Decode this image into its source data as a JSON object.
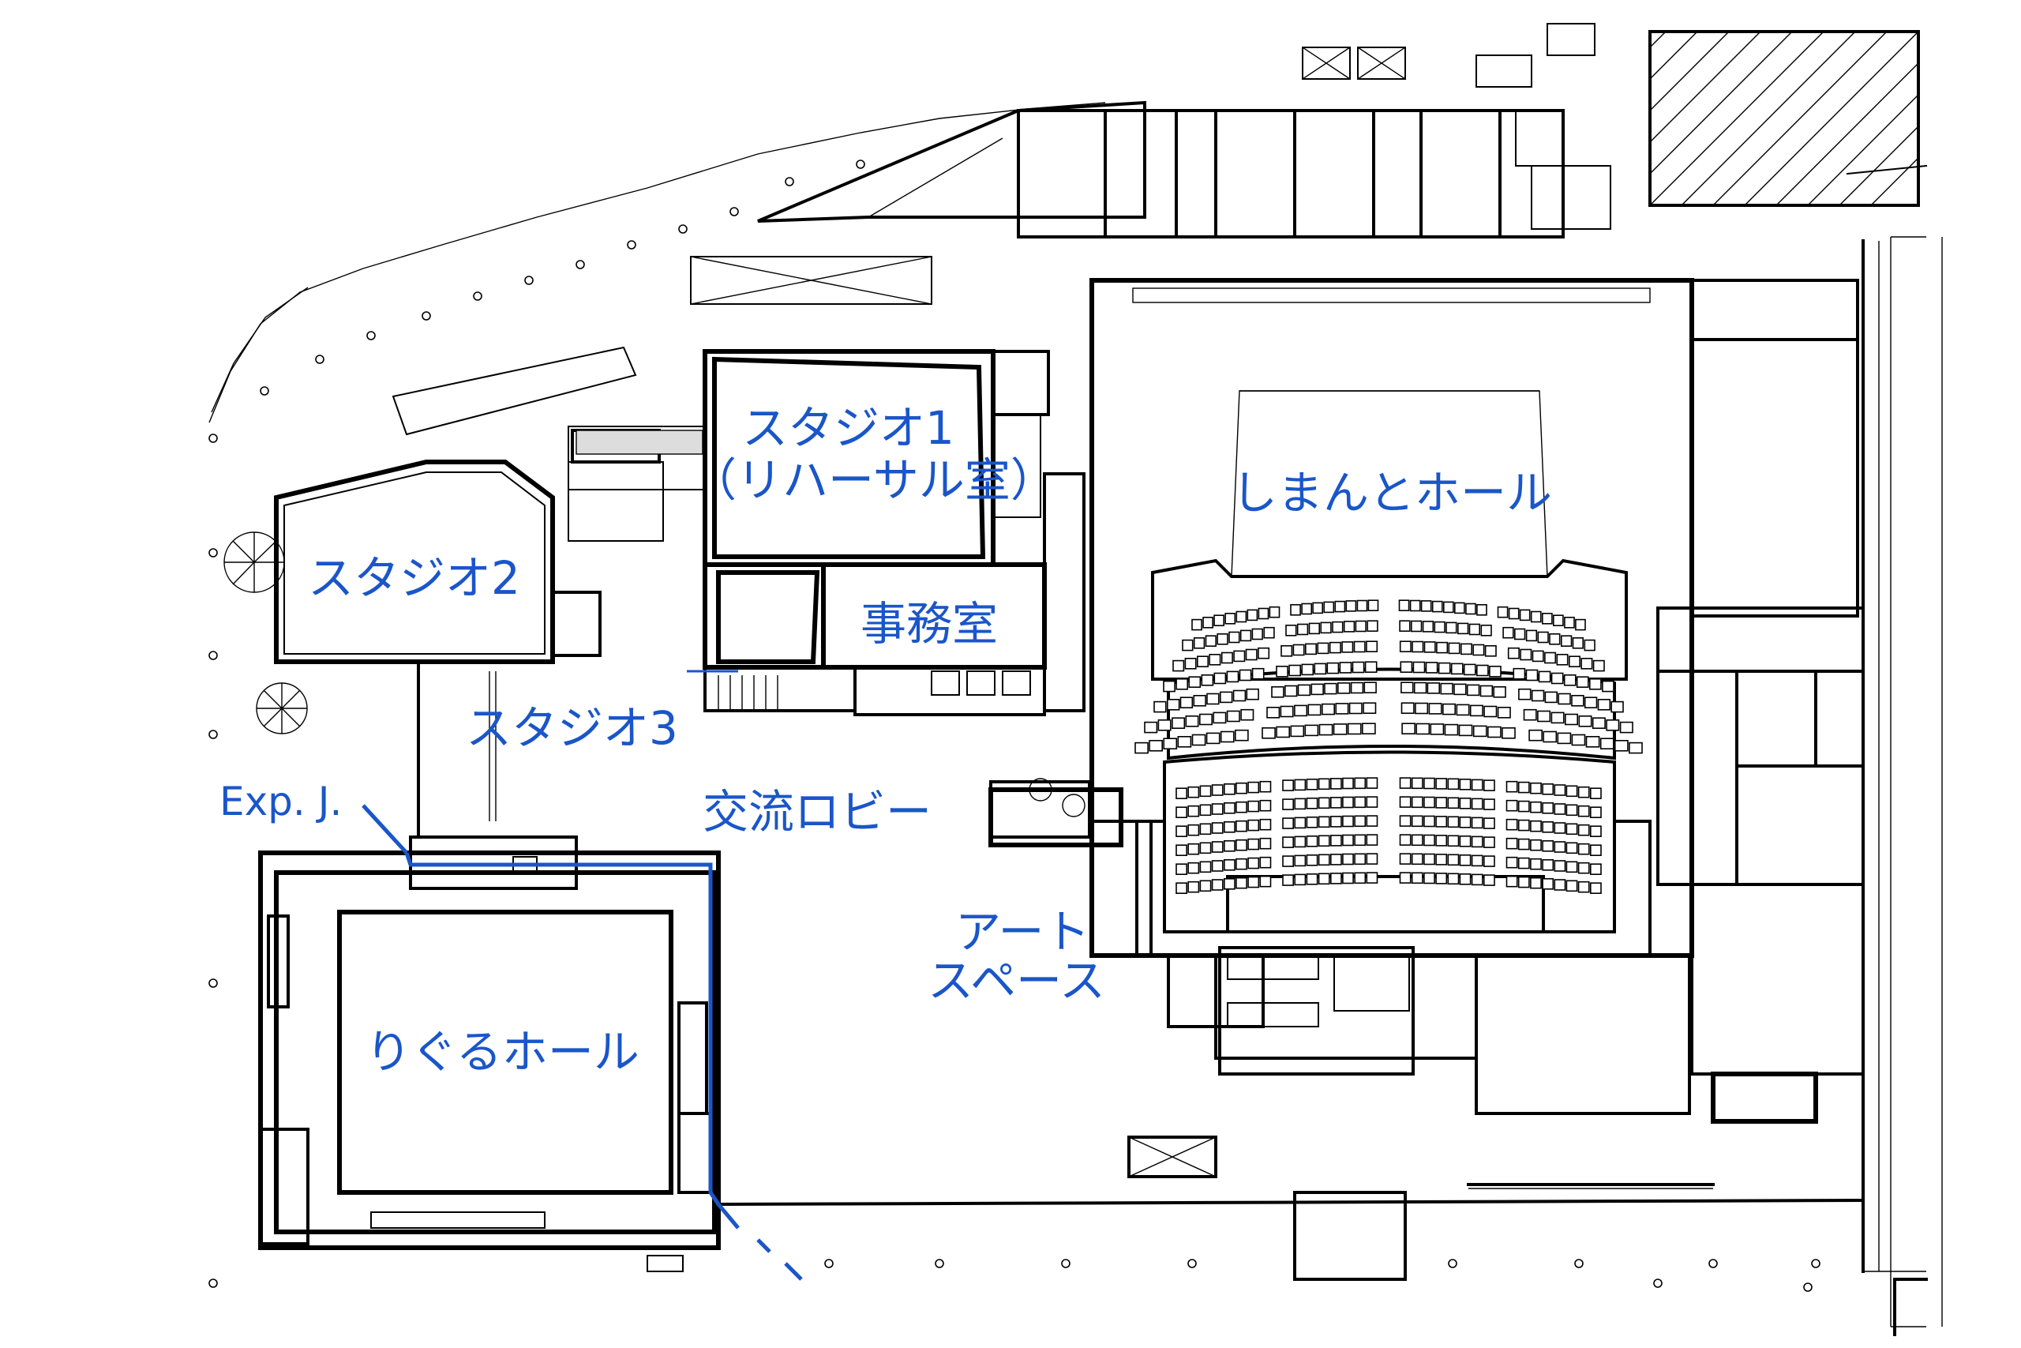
{
  "colors": {
    "label": "#1a56c9",
    "wall": "#000000",
    "background": "#ffffff"
  },
  "rooms": {
    "studio1_line1": "スタジオ1",
    "studio1_line2": "（リハーサル室）",
    "studio2": "スタジオ2",
    "studio3": "スタジオ3",
    "office": "事務室",
    "shimanto_hall": "しまんとホール",
    "lobby": "交流ロビー",
    "art_space_line1": "アート",
    "art_space_line2": "スペース",
    "riguru_hall": "りぐるホール"
  },
  "annotations": {
    "expansion_joint": "Exp. J."
  }
}
